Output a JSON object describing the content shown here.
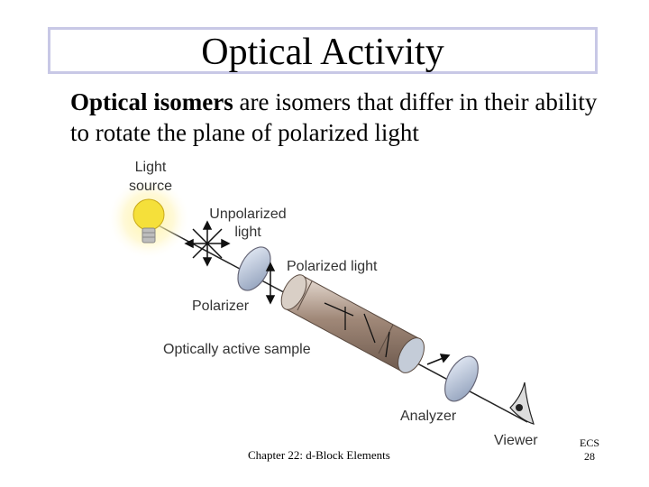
{
  "slide": {
    "title": "Optical Activity",
    "body_bold": "Optical isomers",
    "body_rest": " are isomers that differ in their ability to rotate the plane of polarized light"
  },
  "diagram": {
    "labels": {
      "light_source_1": "Light",
      "light_source_2": "source",
      "unpolarized_1": "Unpolarized",
      "unpolarized_2": "light",
      "polarized": "Polarized light",
      "polarizer": "Polarizer",
      "sample": "Optically active sample",
      "analyzer": "Analyzer",
      "viewer": "Viewer"
    },
    "colors": {
      "bulb": "#f5e03a",
      "tube": "#a08878",
      "lens": "#b8c6dc"
    }
  },
  "footer": {
    "chapter": "Chapter 22: d-Block Elements",
    "course": "ECS",
    "page": "28"
  }
}
